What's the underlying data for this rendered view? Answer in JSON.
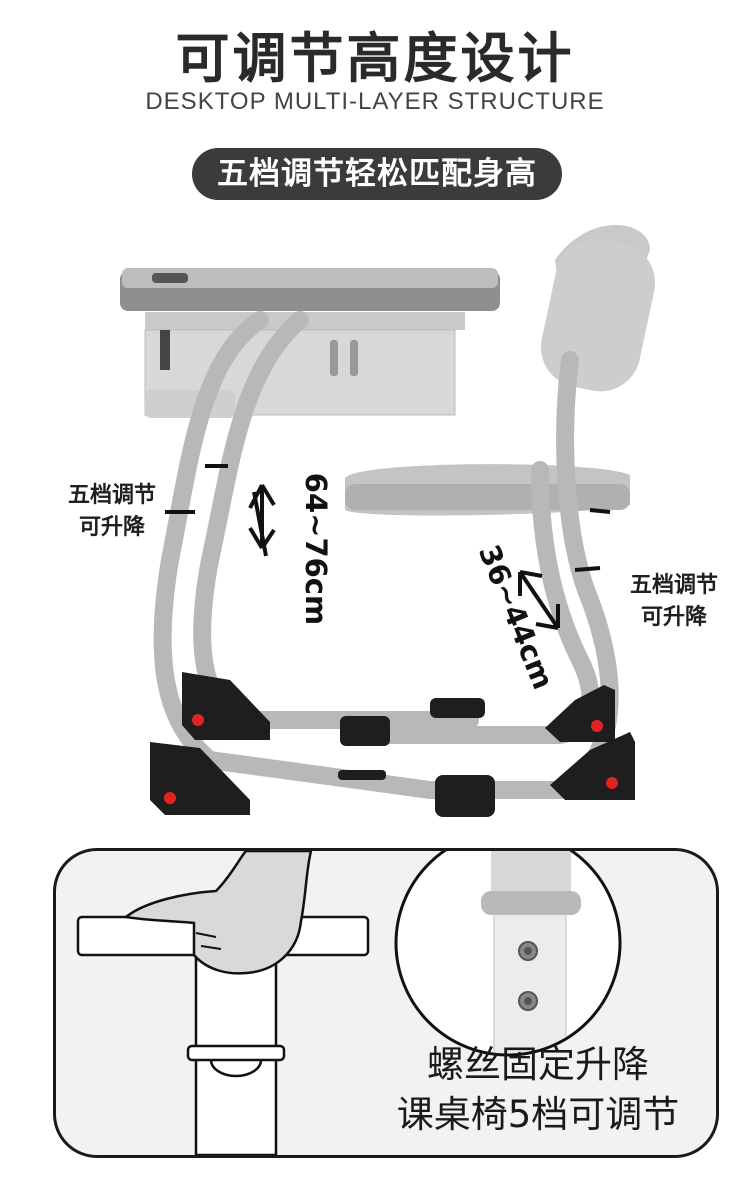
{
  "header": {
    "title": "可调节高度设计",
    "subtitle": "DESKTOP MULTI-LAYER STRUCTURE",
    "badge": "五档调节轻松匹配身高"
  },
  "callouts": {
    "desk": {
      "line1": "五档调节",
      "line2": "可升降"
    },
    "chair": {
      "line1": "五档调节",
      "line2": "可升降"
    }
  },
  "ranges": {
    "desk": "64~76cm",
    "chair": "36~44cm"
  },
  "detail": {
    "line1": "螺丝固定升降",
    "line2": "课桌椅5档可调节"
  },
  "colors": {
    "frame_gray": "#b9b9b9",
    "top_gray": "#9a9a9a",
    "foot_black": "#1e1e1e",
    "foot_dot": "#e02424",
    "pill_bg": "#3b3b3b"
  }
}
